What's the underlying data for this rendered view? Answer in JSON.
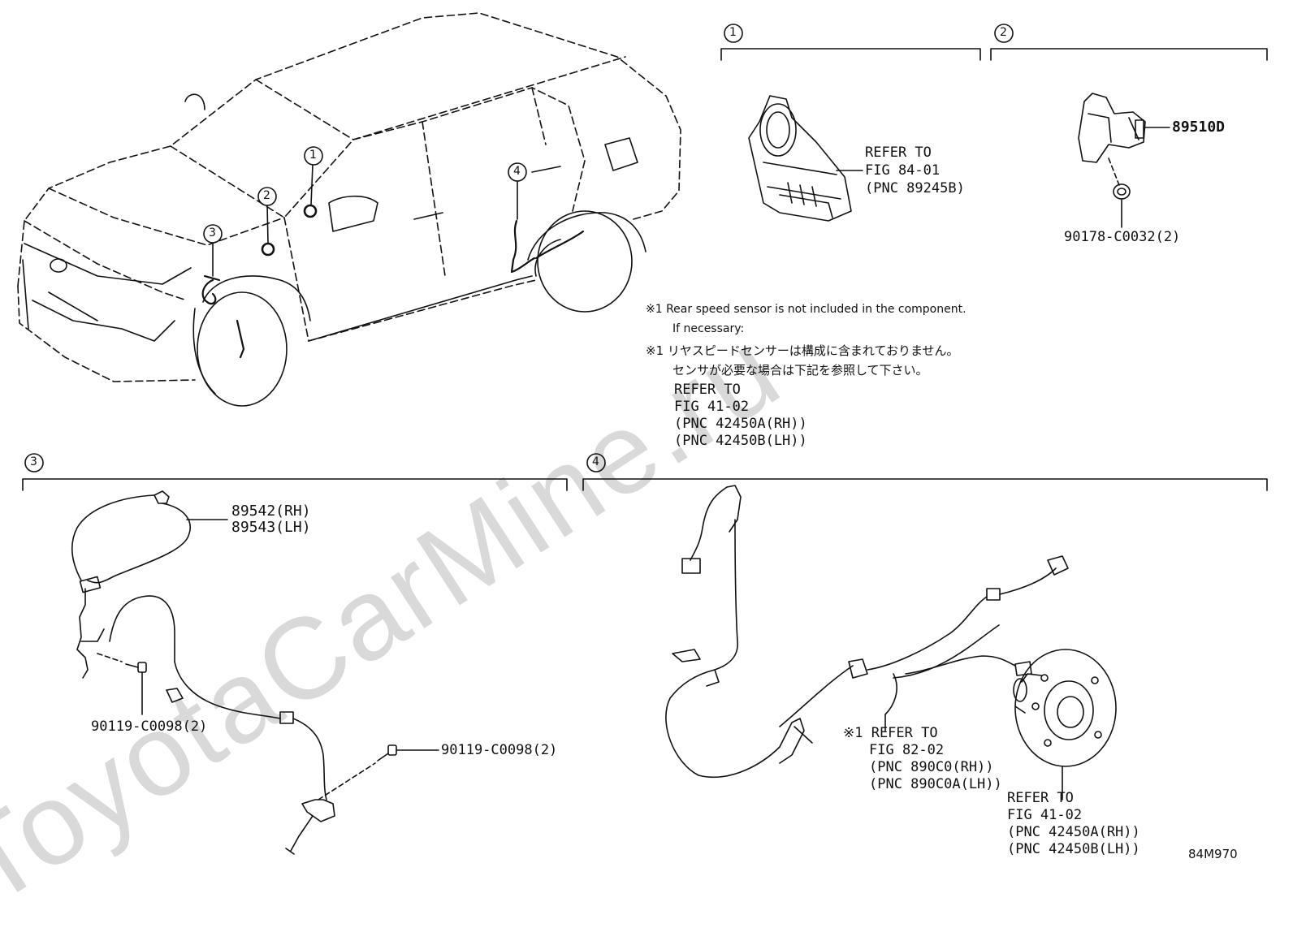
{
  "watermark": "ToyotaCarMine.ru",
  "figure_code": "84M970",
  "callouts": [
    "1",
    "2",
    "3",
    "4"
  ],
  "section1": {
    "refer": [
      "REFER TO",
      "FIG 84-01",
      "(PNC 89245B)"
    ]
  },
  "section2": {
    "part_sensor": "89510D",
    "part_nut": "90178-C0032(2)"
  },
  "note": {
    "en_line1": "※1 Rear speed sensor is not included in the component.",
    "en_line2": "If necessary:",
    "jp_line1": "※1 リヤスピードセンサーは構成に含まれておりません。",
    "jp_line2": "センサが必要な場合は下記を参照して下さい。",
    "refer": [
      "REFER TO",
      "FIG 41-02",
      "(PNC 42450A(RH))",
      "(PNC 42450B(LH))"
    ]
  },
  "section3": {
    "part_rh": "89542(RH)",
    "part_lh": "89543(LH)",
    "bolt_a": "90119-C0098(2)",
    "bolt_b": "90119-C0098(2)"
  },
  "section4": {
    "refer_a": [
      "※1 REFER TO",
      "FIG 82-02",
      "(PNC 890C0(RH))",
      "(PNC 890C0A(LH))"
    ],
    "refer_b": [
      "REFER TO",
      "FIG 41-02",
      "(PNC 42450A(RH))",
      "(PNC 42450B(LH))"
    ]
  }
}
